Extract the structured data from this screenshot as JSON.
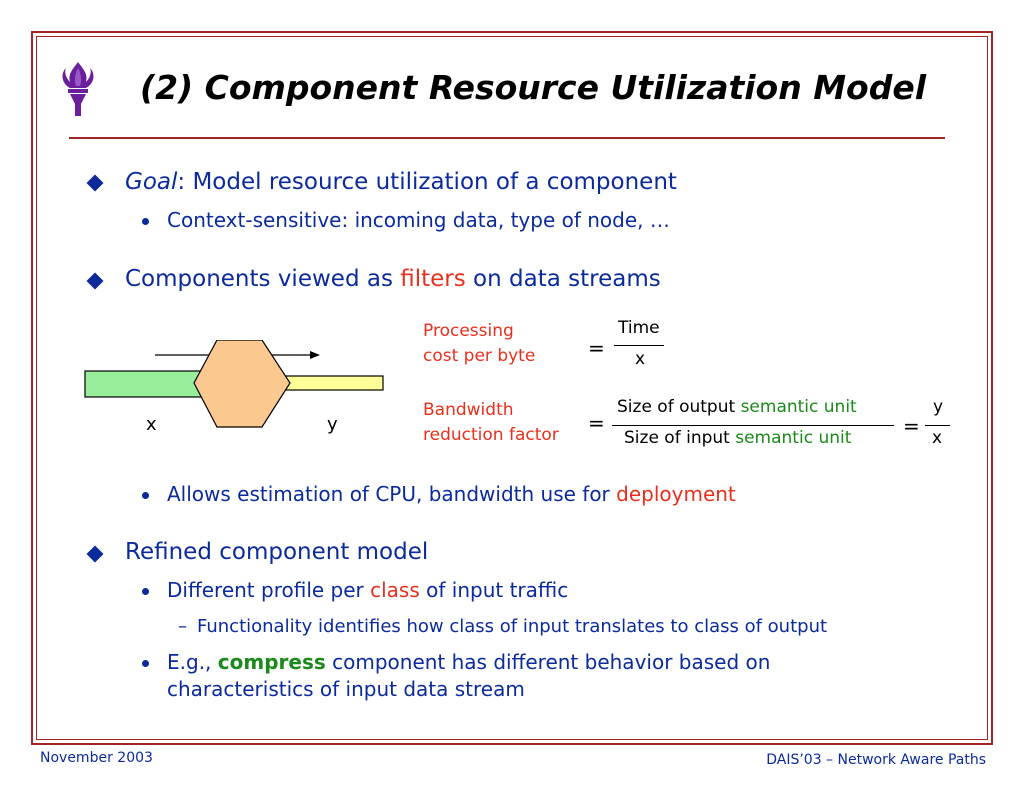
{
  "title": "(2) Component Resource Utilization Model",
  "bullets": {
    "goal_label": "Goal",
    "goal_text": ": Model resource utilization of a component",
    "context": "Context-sensitive: incoming data, type of node, …",
    "components_pre": "Components viewed as ",
    "components_hl": "filters",
    "components_post": " on data streams",
    "allows_pre": "Allows estimation of CPU, bandwidth use for ",
    "allows_hl": "deployment",
    "refined": "Refined component model",
    "profile_pre": "Different profile per ",
    "profile_hl": "class",
    "profile_post": " of input traffic",
    "functionality": "Functionality identifies how class of input translates to class of output",
    "eg_pre": "E.g., ",
    "eg_hl": "compress",
    "eg_post": " component has different behavior based on",
    "eg_line2": "characteristics of input data stream"
  },
  "diagram": {
    "x_label": "x",
    "y_label": "y"
  },
  "formulas": {
    "processing_line1": "Processing",
    "processing_line2": "cost per byte",
    "eq": "=",
    "time": "Time",
    "x": "x",
    "bandwidth_line1": "Bandwidth",
    "bandwidth_line2": "reduction factor",
    "size_output": "Size of output ",
    "size_input": "Size of input ",
    "semantic_unit": "semantic unit",
    "y": "y"
  },
  "footer": {
    "date": "November 2003",
    "conference": "DAIS’03 – Network Aware Paths"
  },
  "colors": {
    "frame": "#a32424",
    "text_blue": "#0b2a9c",
    "highlight_red": "#e8301c",
    "highlight_green": "#1a8a1a",
    "logo_purple": "#6a1f9c",
    "input_bar": "#99ee99",
    "output_bar": "#ffff99",
    "hexagon": "#fbc98f"
  }
}
